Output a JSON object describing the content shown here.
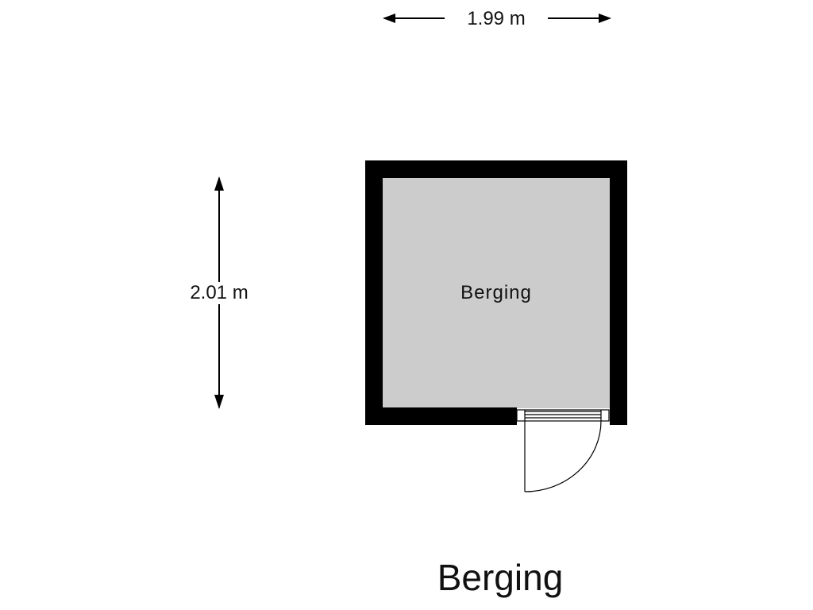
{
  "plan": {
    "width_dimension": "1.99 m",
    "height_dimension": "2.01 m",
    "room_label": "Berging",
    "title": "Berging"
  },
  "colors": {
    "wall": "#000000",
    "floor": "#cccccc"
  }
}
